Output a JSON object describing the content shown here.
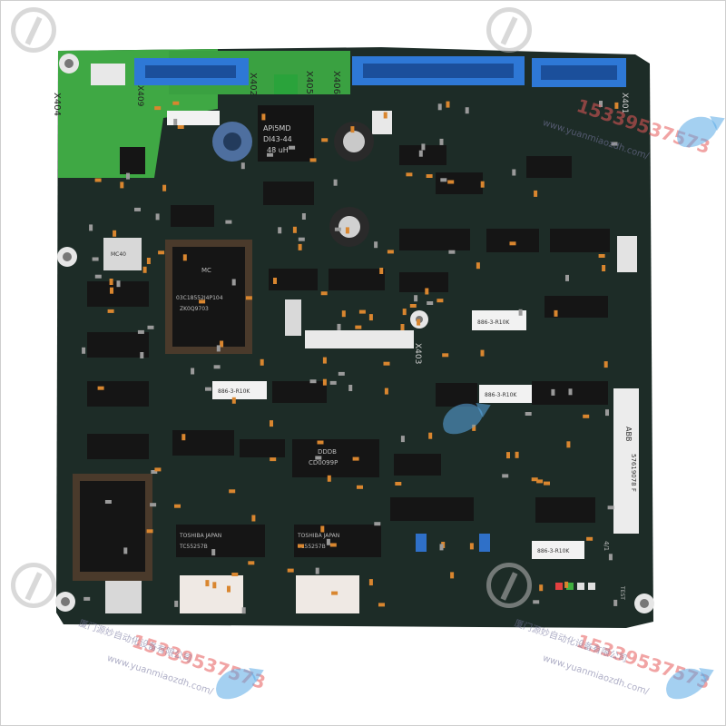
{
  "board": {
    "connectors": {
      "x404": "X404",
      "x402": "X402",
      "x405": "X405",
      "x406": "X406",
      "x403": "X403",
      "x401": "X401",
      "x409": "X409"
    },
    "inductor": {
      "line1": "APi5MD",
      "line2": "DI43-44",
      "line3": "48 uH"
    },
    "cpu": {
      "line1": "MC",
      "line2": "03C18552J4P104",
      "line3": "ZK0Q9703"
    },
    "eprom1": {
      "line1": "TOSHIBA JAPAN",
      "line2": "TC55257B"
    },
    "eprom2": {
      "line1": "TOSHIBA JAPAN",
      "line2": "TC55257B"
    },
    "dsp": {
      "line1": "DDDB",
      "line2": "CD0099P"
    },
    "crystal": {
      "line1": "MC40"
    },
    "resistor_net": "886-3-R10K",
    "label_abb": "ABB",
    "label_code": "57619078 F",
    "label_test": "TEST",
    "label_rev": "4/1"
  },
  "watermark": {
    "phone": "15339537573",
    "url": "www.yuanmiaozdh.com/",
    "cn_text": "厦门源妙自动化设备有限公司"
  },
  "colors": {
    "pcb": "#1c2b26",
    "pcb_green": "#3fa844",
    "connector_blue": "#2e78d6",
    "gold": "#c8a24a",
    "chip": "#141414"
  }
}
